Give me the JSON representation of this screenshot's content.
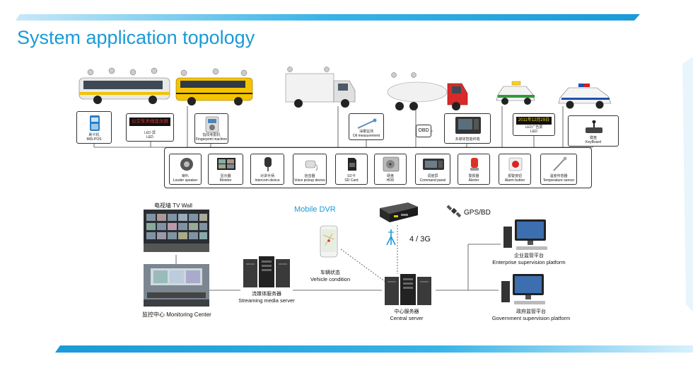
{
  "title": "System application topology",
  "top_row": [
    {
      "zh": "刷卡机",
      "en": "MIS-POS"
    },
    {
      "zh": "LED 屏",
      "en": "LED"
    },
    {
      "zh": "指纹考勤机",
      "en": "Fingerprint machine"
    },
    {
      "zh": "油量监测",
      "en": "Oil measurement"
    },
    {
      "zh": "OBD",
      "en": ""
    },
    {
      "zh": "多媒体智能终端",
      "en": ""
    },
    {
      "zh": "LED广告屏",
      "en": "LED"
    },
    {
      "zh": "键盘",
      "en": "KeyBoard"
    }
  ],
  "led_text": "公交车天线显示屏",
  "ad_text": "2011年12月29日",
  "peripherals": [
    {
      "zh": "喇叭",
      "en": "Louder speaker"
    },
    {
      "zh": "显示器",
      "en": "Monitor"
    },
    {
      "zh": "对讲手柄",
      "en": "Intercom device"
    },
    {
      "zh": "拾音器",
      "en": "Voice pickup device"
    },
    {
      "zh": "SD卡",
      "en": "SD Card"
    },
    {
      "zh": "硬盘",
      "en": "HDD"
    },
    {
      "zh": "调度屏",
      "en": "Command panel"
    },
    {
      "zh": "警报器",
      "en": "Alertor"
    },
    {
      "zh": "报警按钮",
      "en": "Alarm button"
    },
    {
      "zh": "温度传感器",
      "en": "Temperature sensor"
    }
  ],
  "bottom": {
    "tv_wall": "电视墙 TV Wall",
    "mobile_dvr": "Mobile DVR",
    "gps": "GPS/BD",
    "network": "4 / 3G",
    "monitoring_center": "监控中心 Monitoring Center",
    "streaming_zh": "流媒体服务器",
    "streaming_en": "Streaming media server",
    "vehicle_zh": "车辆状态",
    "vehicle_en": "Vehicle condition",
    "central_zh": "中心服务器",
    "central_en": "Central server",
    "enterprise_zh": "企业监管平台",
    "enterprise_en": "Enterprise supervision platform",
    "government_zh": "政府监管平台",
    "government_en": "Government supervision platform"
  },
  "colors": {
    "accent": "#1a9ad6",
    "band": "#27aee6",
    "line": "#444444"
  }
}
